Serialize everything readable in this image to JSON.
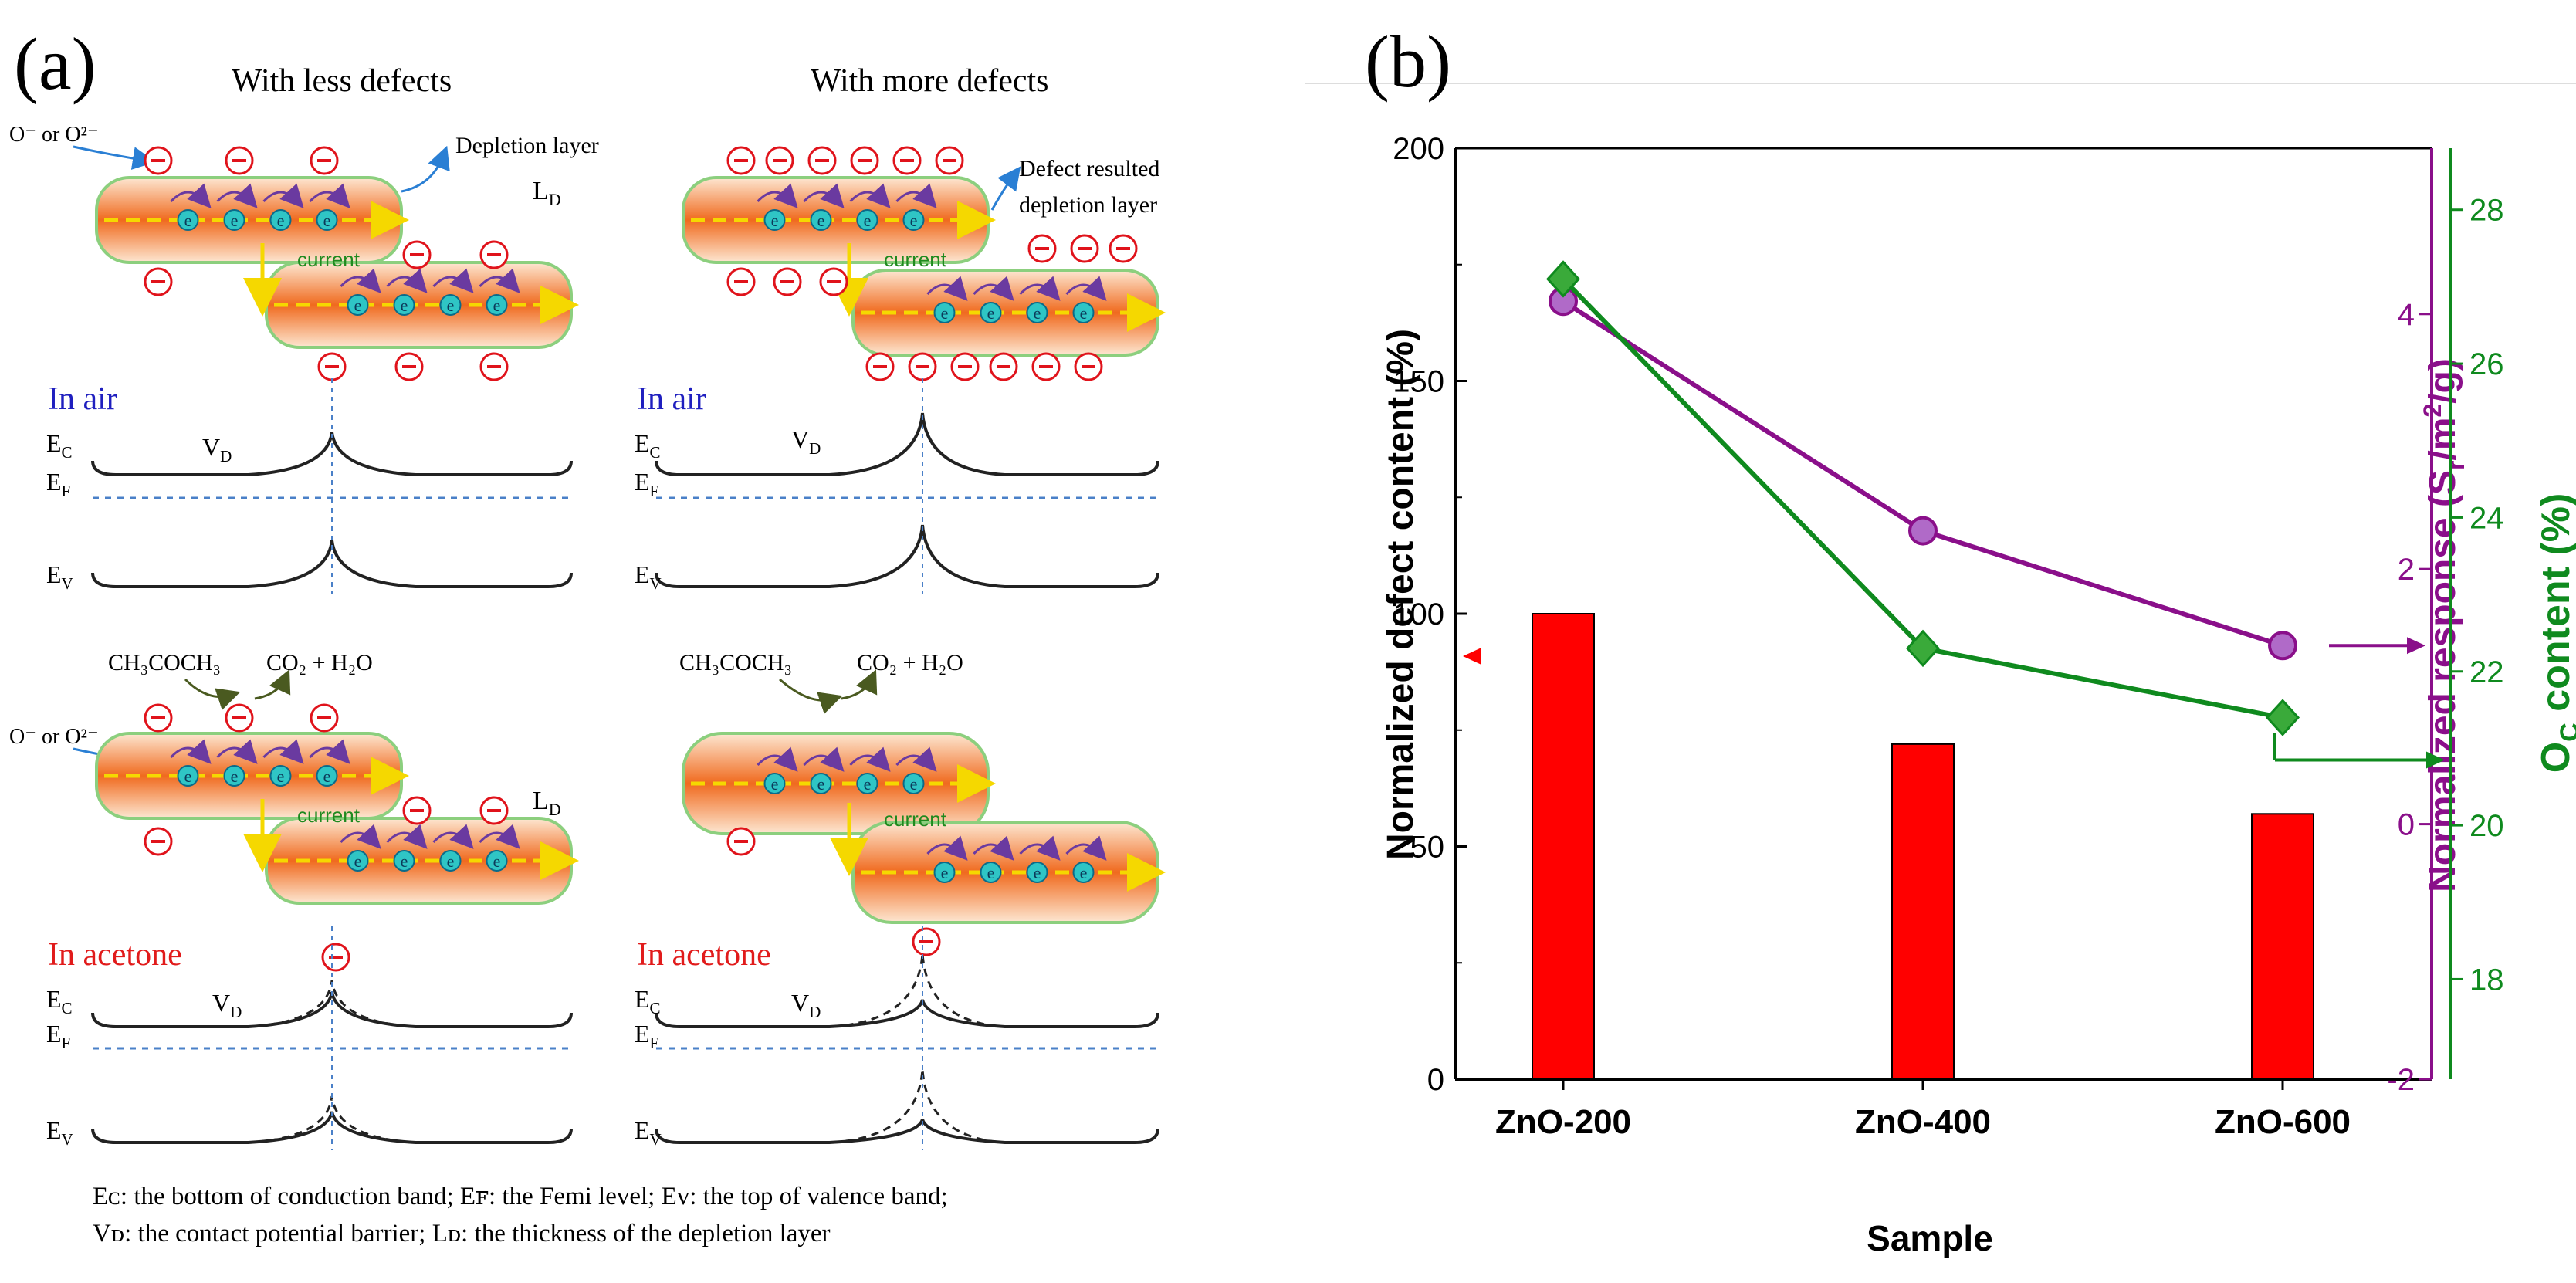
{
  "panel_a": {
    "label": "(a)",
    "col_left_title": "With less defects",
    "col_right_title": "With more defects",
    "adsorbed_species": "O⁻ or O²⁻",
    "depletion_layer": "Depletion layer",
    "defect_depletion_line1": "Defect resulted",
    "defect_depletion_line2": "depletion layer",
    "ld": "L",
    "ld_sub": "D",
    "vd": "V",
    "vd_sub": "D",
    "ec": "E",
    "ec_sub": "C",
    "ef": "E",
    "ef_sub": "F",
    "ev": "E",
    "ev_sub": "V",
    "current": "current",
    "electron": "e",
    "minus": "⊖",
    "in_air": "In air",
    "in_acetone": "In acetone",
    "acetone_formula": "CH₃COCH₃",
    "products": "CO₂ + H₂O",
    "caption_line1": "Eᴄ: the bottom of conduction band; Eꜰ: the Femi level; Eᴠ: the top of valence band;",
    "caption_line2": "Vᴅ: the contact potential barrier; Lᴅ: the thickness of the depletion layer"
  },
  "panel_b": {
    "label": "(b)"
  },
  "colors": {
    "bar": "#ff0000",
    "response": "#8a0f8a",
    "oc": "#0f8a1e",
    "air_label": "#1f1fbf",
    "acetone_label": "#e11b1b",
    "crystal_orange": "#f06a1e",
    "electron_red": "#e0131b"
  },
  "chart_data": {
    "type": "bar",
    "xlabel": "Sample",
    "categories": [
      "ZnO-200",
      "ZnO-400",
      "ZnO-600"
    ],
    "series": [
      {
        "name": "Normalized defect content (%)",
        "type": "bar",
        "axis": "left",
        "values": [
          100,
          72,
          57
        ]
      },
      {
        "name": "Normalized response (Sr/m2/g)",
        "type": "line",
        "axis": "right1",
        "values": [
          4.1,
          2.3,
          1.4
        ]
      },
      {
        "name": "Oc content (%)",
        "type": "line",
        "axis": "right2",
        "values": [
          27.1,
          22.3,
          21.4
        ]
      }
    ],
    "y_left": {
      "label": "Normalized defect content (%)",
      "lim": [
        0,
        200
      ],
      "ticks": [
        "0",
        "50",
        "100",
        "150",
        "200"
      ]
    },
    "y_right1": {
      "label_main": "Normalized response (S",
      "label_sub": "r",
      "label_mid": "/m",
      "label_sup": "2",
      "label_end": "/g)",
      "lim": [
        -2,
        5.3
      ],
      "ticks": [
        "-2",
        "0",
        "2",
        "4"
      ]
    },
    "y_right2": {
      "label_main": "O",
      "label_sub": "C",
      "label_end": " content (%)",
      "lim": [
        16.7,
        28.8
      ],
      "ticks": [
        "18",
        "20",
        "22",
        "24",
        "26",
        "28"
      ]
    }
  }
}
